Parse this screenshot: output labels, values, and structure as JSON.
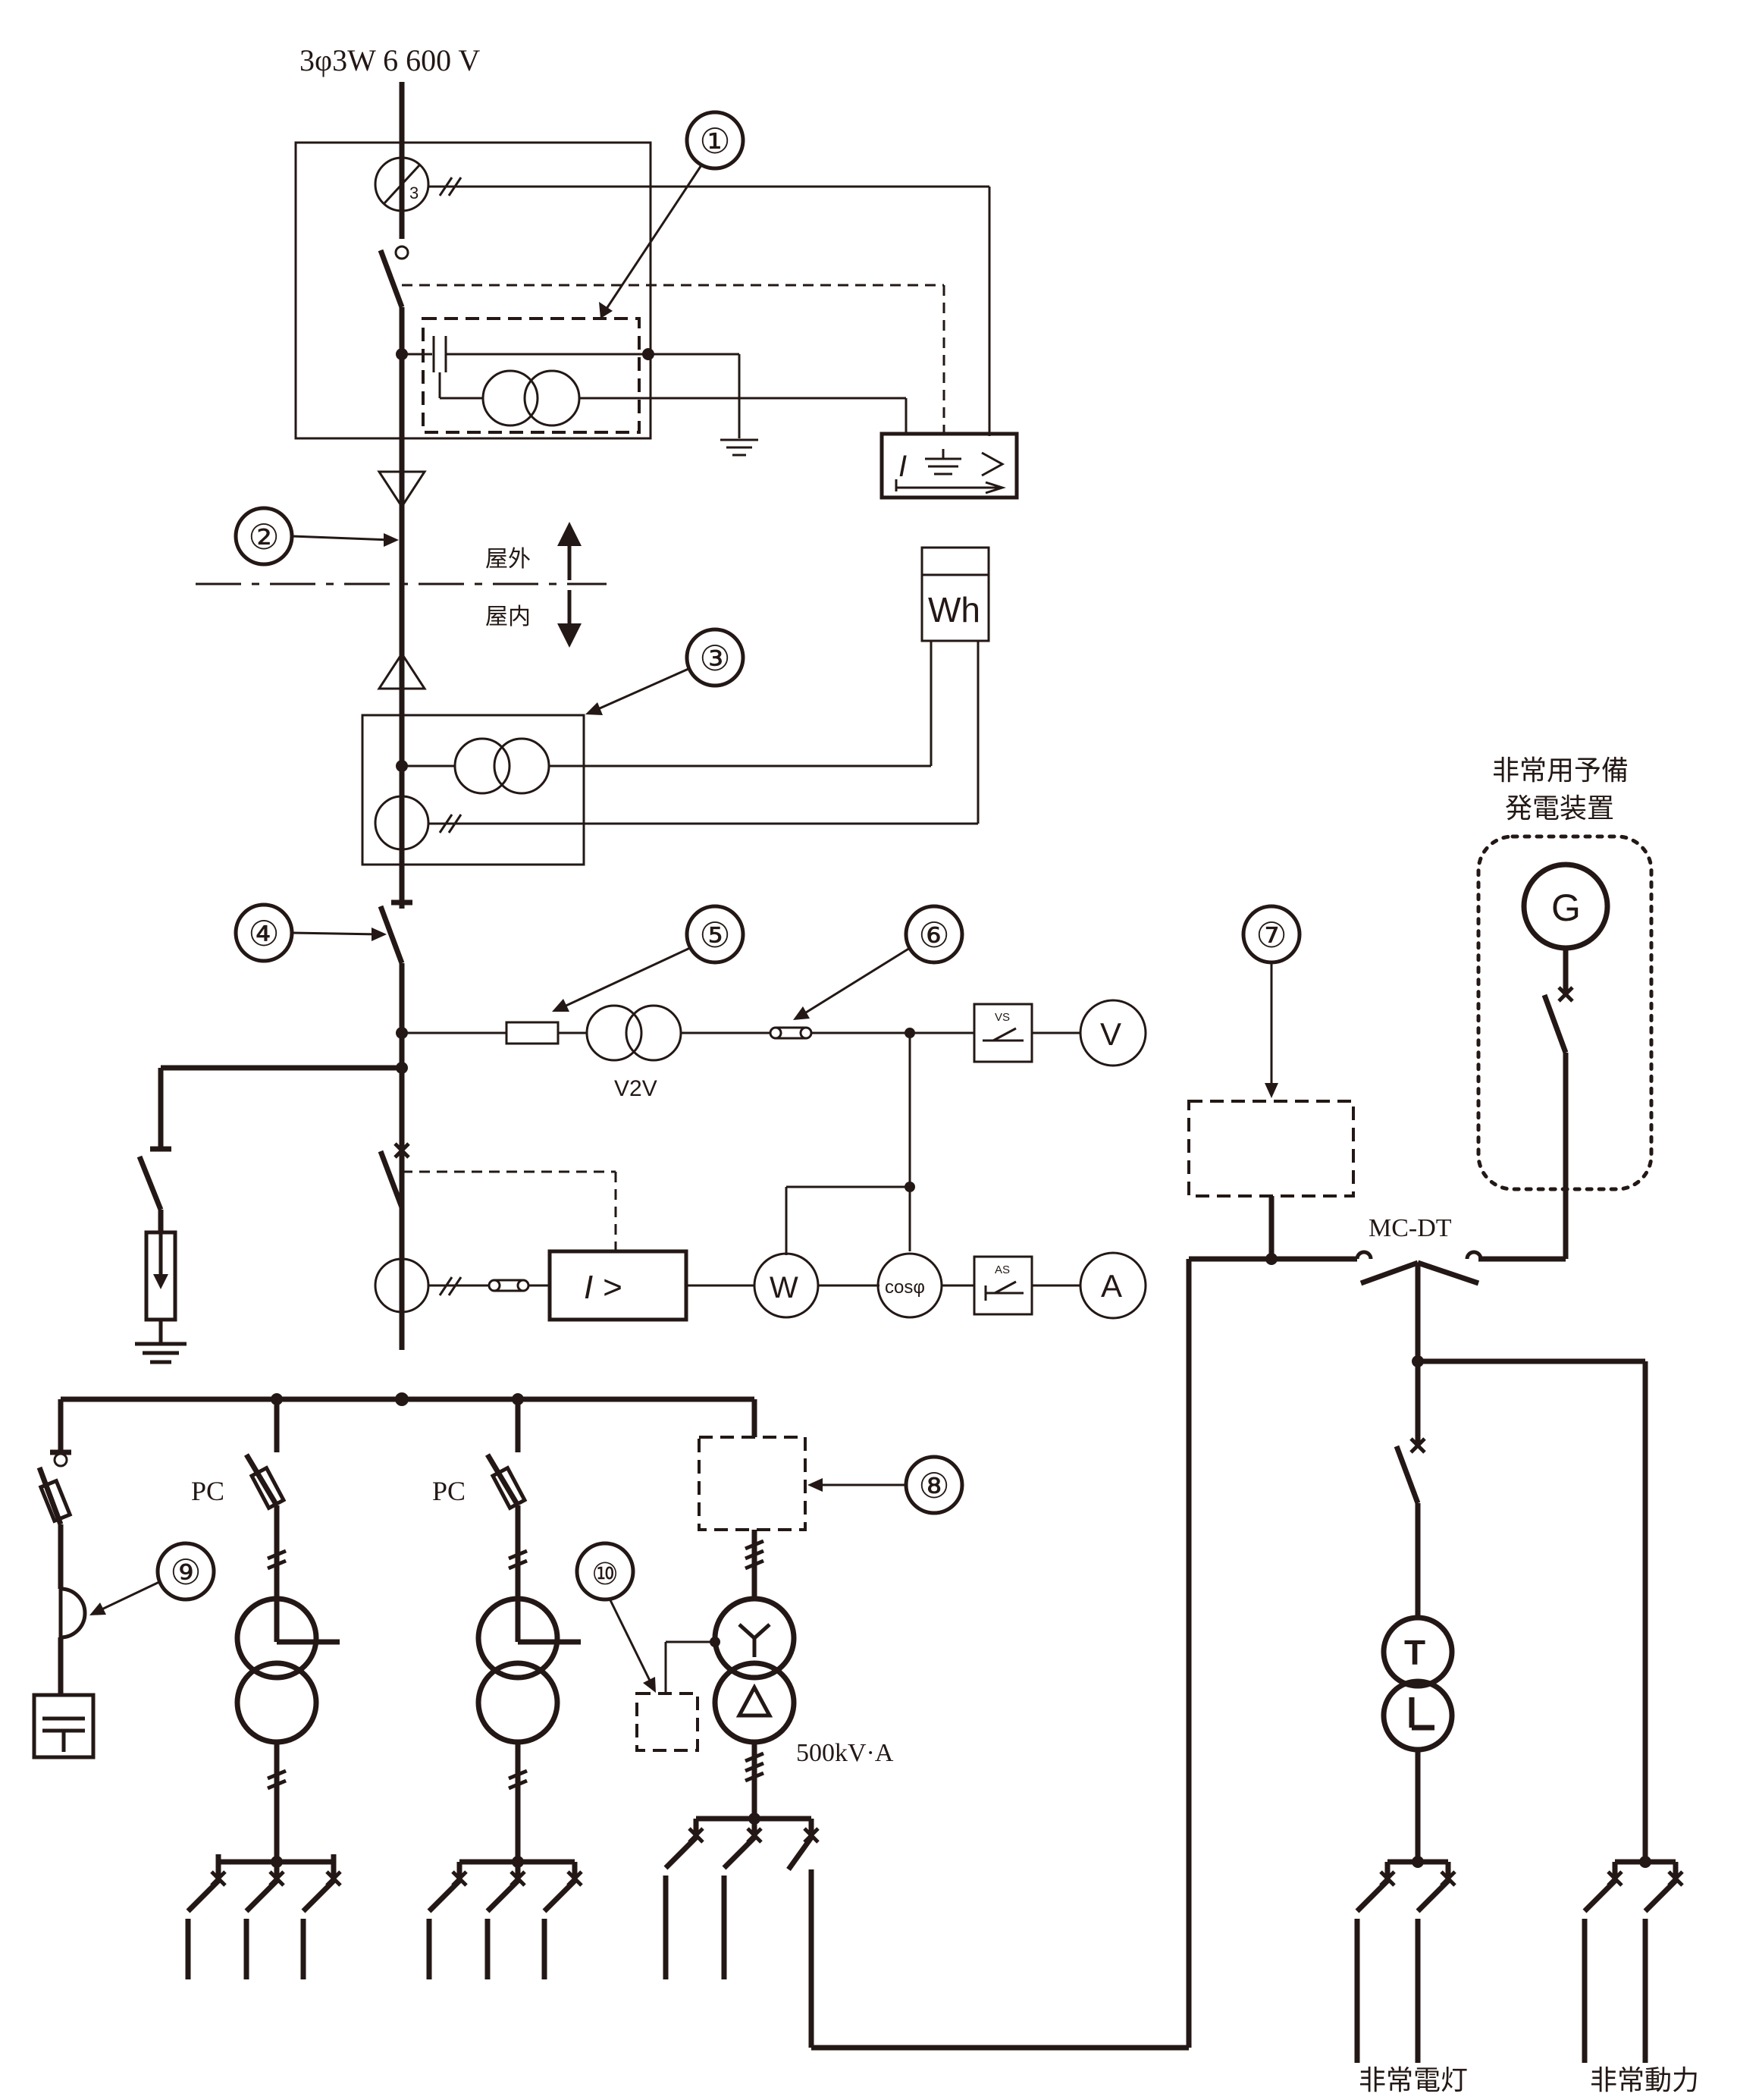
{
  "supply_label": "3φ3W  6 600 V",
  "outdoor_label": "屋外",
  "indoor_label": "屋内",
  "wh_label": "Wh",
  "v2v_label": "V2V",
  "ct_ratio_label": "3",
  "ground_relay_label": "I ⏚ >",
  "ocr_label": "I  >",
  "vs_label": "VS",
  "as_label": "AS",
  "voltmeter_label": "V",
  "wattmeter_label": "W",
  "pf_meter_label": "cosφ",
  "ammeter_label": "A",
  "pc_label_1": "PC",
  "pc_label_2": "PC",
  "transformer_rating": "500kV·A",
  "generator_label": "G",
  "generator_title_line1": "非常用予備",
  "generator_title_line2": "発電装置",
  "mcdt_label": "MC-DT",
  "emergency_lighting": "非常電灯",
  "emergency_power": "非常動力",
  "callouts": [
    "①",
    "②",
    "③",
    "④",
    "⑤",
    "⑥",
    "⑦",
    "⑧",
    "⑨",
    "⑩"
  ]
}
